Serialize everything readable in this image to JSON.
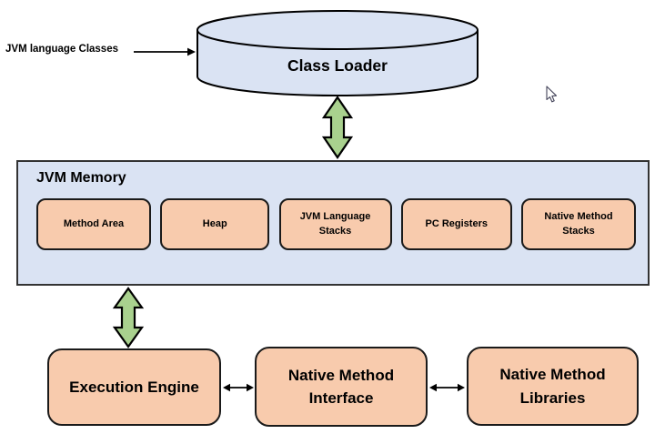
{
  "diagram": {
    "title_implicit": "JVM Architecture",
    "input_label": "JVM language Classes",
    "class_loader_label": "Class Loader",
    "jvm_memory": {
      "title": "JVM Memory",
      "components": [
        {
          "label": "Method Area"
        },
        {
          "label": "Heap"
        },
        {
          "label": "JVM Language Stacks"
        },
        {
          "label": "PC Registers"
        },
        {
          "label": "Native Method Stacks"
        }
      ]
    },
    "bottom_row": [
      {
        "label": "Execution Engine"
      },
      {
        "label": "Native Method Interface"
      },
      {
        "label": "Native Method Libraries"
      }
    ],
    "connectors": [
      {
        "name": "input-arrow",
        "type": "single-arrow-right",
        "from": "JVM language Classes",
        "to": "Class Loader"
      },
      {
        "name": "classloader-memory-arrow",
        "type": "double-arrow-vertical-green",
        "from": "Class Loader",
        "to": "JVM Memory"
      },
      {
        "name": "memory-execution-arrow",
        "type": "double-arrow-vertical-green",
        "from": "JVM Memory",
        "to": "Execution Engine"
      },
      {
        "name": "engine-interface-arrow",
        "type": "double-arrow-horizontal-black",
        "from": "Execution Engine",
        "to": "Native Method Interface"
      },
      {
        "name": "interface-libraries-arrow",
        "type": "double-arrow-horizontal-black",
        "from": "Native Method Interface",
        "to": "Native Method Libraries"
      }
    ],
    "icons": [
      {
        "name": "mouse-cursor-icon"
      }
    ]
  },
  "colors": {
    "container_fill": "#dae3f3",
    "component_fill": "#f8cbad",
    "arrow_green": "#a9d18e",
    "border": "#1a1a1a"
  }
}
